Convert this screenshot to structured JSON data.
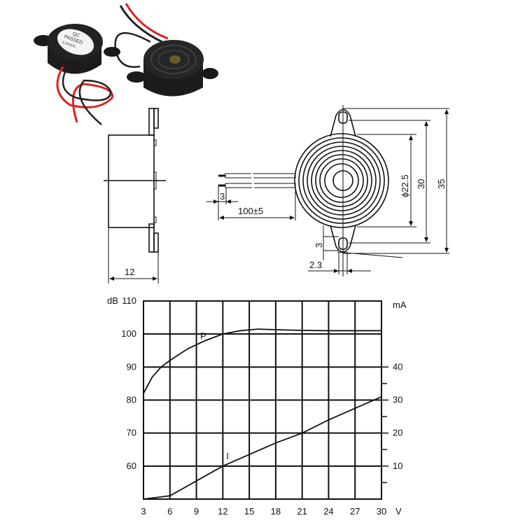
{
  "photo": {
    "label_lettering": [
      "QC",
      "PASSED",
      "3-24VDC"
    ]
  },
  "side_view": {
    "width_dim": "12"
  },
  "front_view": {
    "lead_dim": "100±5",
    "strip_dim": "3",
    "diameter_dim": "ϕ22.5",
    "hole_pitch_dim": "30",
    "overall_dim": "35",
    "hole_height_dim": "3",
    "hole_width_dim": "2.3"
  },
  "chart_data": {
    "type": "line",
    "title": "",
    "xlabel": "V",
    "ylabel_left": "dB",
    "ylabel_right": "mA",
    "x_ticks": [
      3,
      6,
      9,
      12,
      15,
      18,
      21,
      24,
      27,
      30
    ],
    "y_left_ticks": [
      60,
      70,
      80,
      90,
      100,
      110
    ],
    "y_right_ticks": [
      10,
      20,
      30,
      40
    ],
    "xlim": [
      3,
      30
    ],
    "ylim_left": [
      50,
      110
    ],
    "ylim_right": [
      0,
      60
    ],
    "grid": true,
    "series": [
      {
        "name": "P",
        "axis": "left",
        "x": [
          3,
          4,
          5,
          6,
          8,
          10,
          12,
          14,
          16,
          18,
          21,
          24,
          27,
          30
        ],
        "values": [
          82,
          87,
          90,
          92,
          95.5,
          98,
          100,
          101,
          101.5,
          101.3,
          101.1,
          101,
          101,
          101
        ]
      },
      {
        "name": "I",
        "axis": "right",
        "x": [
          3,
          6,
          9,
          12,
          15,
          18,
          21,
          24,
          27,
          30
        ],
        "values": [
          0,
          1,
          5.5,
          10,
          13.5,
          17,
          20,
          24,
          27.5,
          31
        ]
      }
    ]
  }
}
